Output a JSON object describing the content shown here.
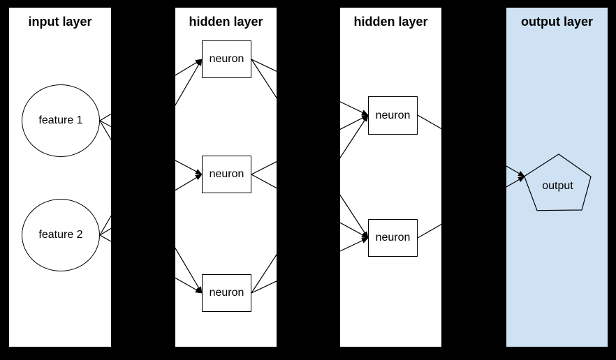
{
  "colors": {
    "canvas_bg": "#000000",
    "panel_bg": "#ffffff",
    "output_panel_bg": "#cfe2f3",
    "line_color": "#000000",
    "text_color": "#000000"
  },
  "layers": [
    {
      "title": "input layer",
      "nodes": [
        {
          "label": "feature 1",
          "shape": "ellipse"
        },
        {
          "label": "feature 2",
          "shape": "ellipse"
        }
      ]
    },
    {
      "title": "hidden layer",
      "nodes": [
        {
          "label": "neuron",
          "shape": "rectangle"
        },
        {
          "label": "neuron",
          "shape": "rectangle"
        },
        {
          "label": "neuron",
          "shape": "rectangle"
        }
      ]
    },
    {
      "title": "hidden layer",
      "nodes": [
        {
          "label": "neuron",
          "shape": "rectangle"
        },
        {
          "label": "neuron",
          "shape": "rectangle"
        }
      ]
    },
    {
      "title": "output layer",
      "nodes": [
        {
          "label": "output",
          "shape": "pentagon"
        }
      ]
    }
  ],
  "edges": [
    {
      "from": "feature 1",
      "to": "hidden1-neuron-1"
    },
    {
      "from": "feature 1",
      "to": "hidden1-neuron-2"
    },
    {
      "from": "feature 1",
      "to": "hidden1-neuron-3"
    },
    {
      "from": "feature 2",
      "to": "hidden1-neuron-1"
    },
    {
      "from": "feature 2",
      "to": "hidden1-neuron-2"
    },
    {
      "from": "feature 2",
      "to": "hidden1-neuron-3"
    },
    {
      "from": "hidden1-neuron-1",
      "to": "hidden2-neuron-1"
    },
    {
      "from": "hidden1-neuron-1",
      "to": "hidden2-neuron-2"
    },
    {
      "from": "hidden1-neuron-2",
      "to": "hidden2-neuron-1"
    },
    {
      "from": "hidden1-neuron-2",
      "to": "hidden2-neuron-2"
    },
    {
      "from": "hidden1-neuron-3",
      "to": "hidden2-neuron-1"
    },
    {
      "from": "hidden1-neuron-3",
      "to": "hidden2-neuron-2"
    },
    {
      "from": "hidden2-neuron-1",
      "to": "output"
    },
    {
      "from": "hidden2-neuron-2",
      "to": "output"
    }
  ]
}
